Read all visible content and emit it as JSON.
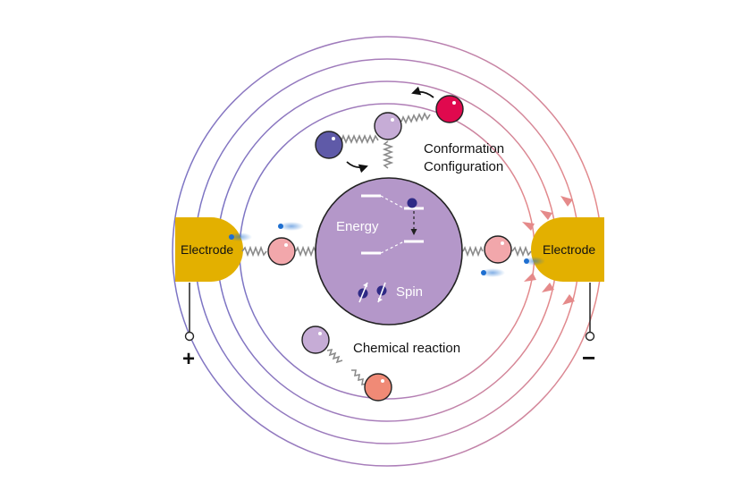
{
  "labels": {
    "electrode_left": "Electrode",
    "electrode_right": "Electrode",
    "plus": "+",
    "minus": "−",
    "energy": "Energy",
    "spin": "Spin",
    "conformation": "Conformation",
    "configuration": "Configuration",
    "chemical_reaction": "Chemical reaction"
  },
  "colors": {
    "electrode": "#e3b000",
    "center_sphere": "#b497c9",
    "pink_ball": "#f2a7ab",
    "lavender_ball": "#c6acd6",
    "magenta_ball": "#e0094e",
    "navy_ball": "#5f5aa8",
    "salmon_ball": "#f08a76",
    "electron": "#2f2a86",
    "blue_glow": "#1e6fd0",
    "orbit_left": "#7b74c4",
    "orbit_right": "#e58a8a",
    "spring": "#8a8a8a"
  }
}
